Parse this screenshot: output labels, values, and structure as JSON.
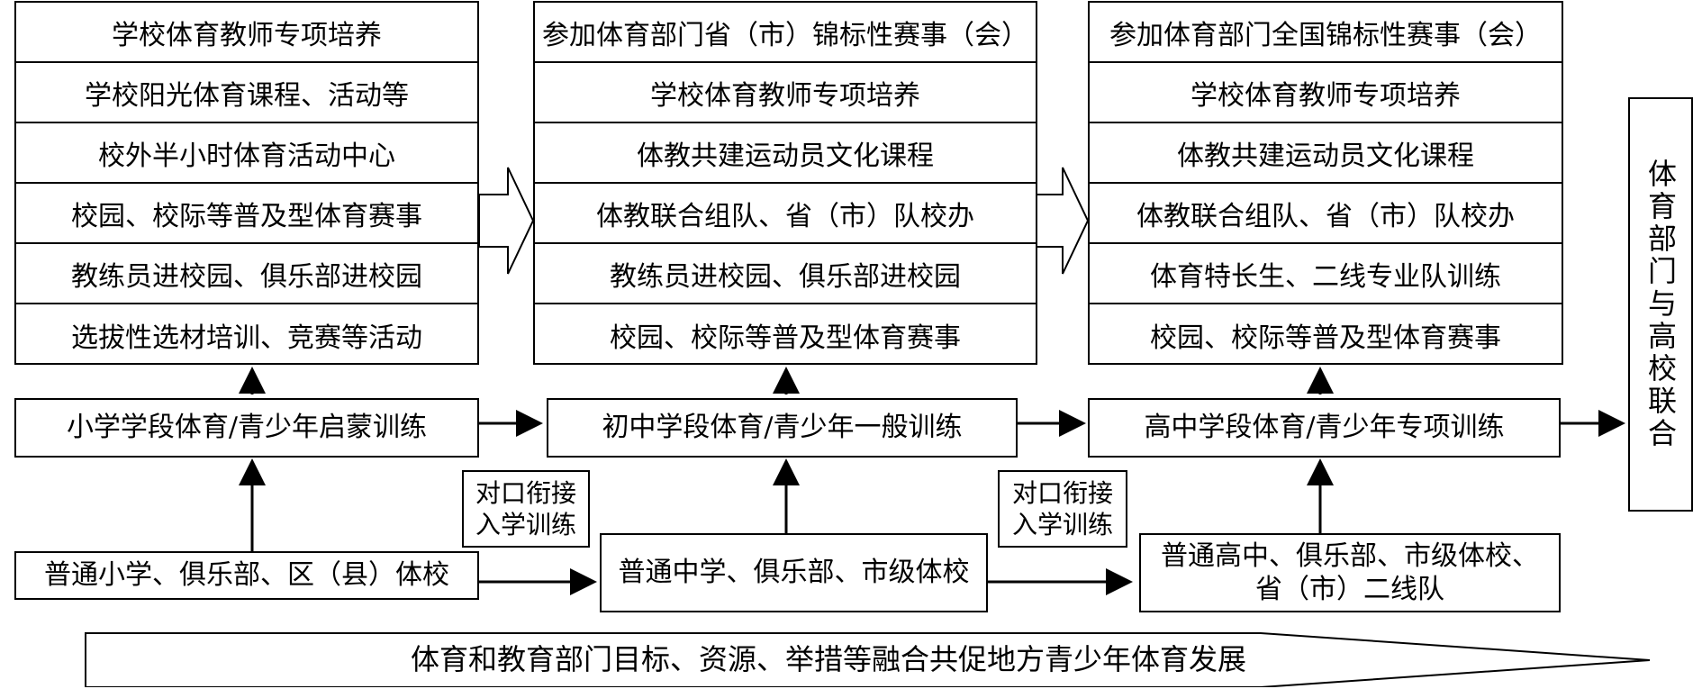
{
  "column1": {
    "items": [
      "学校体育教师专项培养",
      "学校阳光体育课程、活动等",
      "校外半小时体育活动中心",
      "校园、校际等普及型体育赛事",
      "教练员进校园、俱乐部进校园",
      "选拔性选材培训、竞赛等活动"
    ]
  },
  "column2": {
    "items": [
      "参加体育部门省（市）锦标性赛事（会）",
      "学校体育教师专项培养",
      "体教共建运动员文化课程",
      "体教联合组队、省（市）队校办",
      "教练员进校园、俱乐部进校园",
      "校园、校际等普及型体育赛事"
    ]
  },
  "column3": {
    "items": [
      "参加体育部门全国锦标性赛事（会）",
      "学校体育教师专项培养",
      "体教共建运动员文化课程",
      "体教联合组队、省（市）队校办",
      "体育特长生、二线专业队训练",
      "校园、校际等普及型体育赛事"
    ]
  },
  "stages": {
    "primary": "小学学段体育/青少年启蒙训练",
    "middle": "初中学段体育/青少年一般训练",
    "high": "高中学段体育/青少年专项训练"
  },
  "sources": {
    "primary": "普通小学、俱乐部、区（县）体校",
    "middle": "普通中学、俱乐部、市级体校",
    "high_line1": "普通高中、俱乐部、市级体校、",
    "high_line2": "省（市）二线队"
  },
  "connector": {
    "line1": "对口衔接",
    "line2": "入学训练"
  },
  "final": "体育部门与高校联合",
  "banner": "体育和教育部门目标、资源、举措等融合共促地方青少年体育发展"
}
